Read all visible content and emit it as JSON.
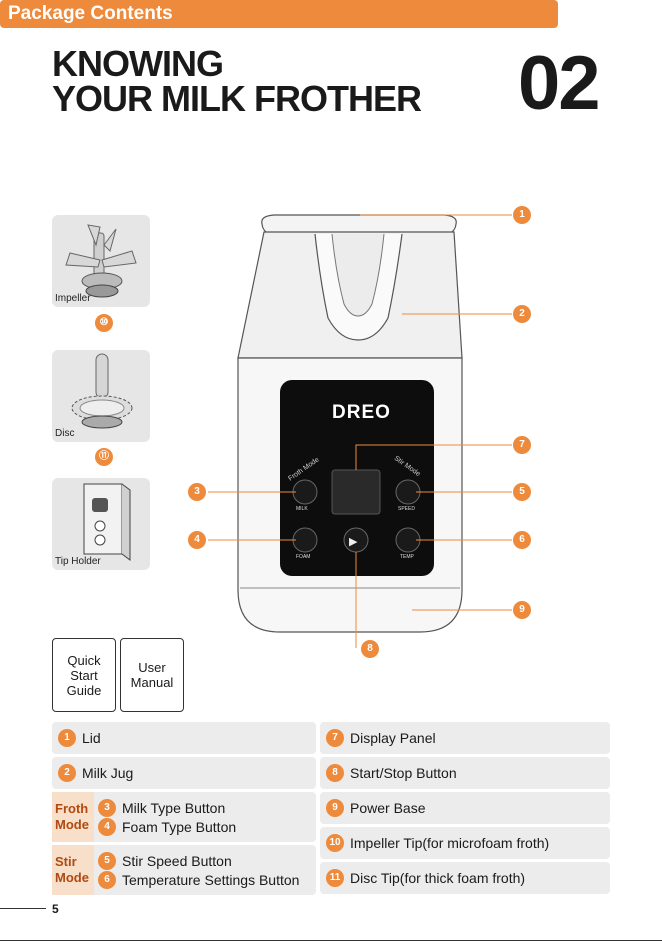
{
  "header": {
    "title_line1": "KNOWING",
    "title_line2": "YOUR MILK FROTHER",
    "chapter_number": "02"
  },
  "section": {
    "title": "Package Contents"
  },
  "accessories": [
    {
      "caption": "Impeller",
      "badge": "⑩"
    },
    {
      "caption": "Disc",
      "badge": "⑪"
    },
    {
      "caption": "Tip Holder",
      "badge": ""
    }
  ],
  "device": {
    "brand": "DREO",
    "froth_mode_label": "Froth Mode",
    "stir_mode_label": "Stir Mode",
    "buttons": {
      "milk": "MILK",
      "foam": "FOAM",
      "speed": "SPEED",
      "temp": "TEMP"
    }
  },
  "callouts": [
    "1",
    "2",
    "3",
    "4",
    "5",
    "6",
    "7",
    "8",
    "9"
  ],
  "manuals": {
    "quick_start": "Quick Start Guide",
    "user_manual": "User Manual"
  },
  "legend": {
    "left": [
      {
        "num": "1",
        "label": "Lid"
      },
      {
        "num": "2",
        "label": "Milk Jug"
      }
    ],
    "froth_mode": {
      "label": "Froth Mode",
      "items": [
        {
          "num": "3",
          "label": "Milk Type Button"
        },
        {
          "num": "4",
          "label": "Foam Type Button"
        }
      ]
    },
    "stir_mode": {
      "label": "Stir Mode",
      "items": [
        {
          "num": "5",
          "label": "Stir Speed Button"
        },
        {
          "num": "6",
          "label": "Temperature Settings Button"
        }
      ]
    },
    "right": [
      {
        "num": "7",
        "label": "Display Panel"
      },
      {
        "num": "8",
        "label": "Start/Stop Button"
      },
      {
        "num": "9",
        "label": "Power Base"
      },
      {
        "num": "10",
        "label": "Impeller Tip(for microfoam froth)"
      },
      {
        "num": "11",
        "label": "Disc Tip(for thick foam froth)"
      }
    ]
  },
  "footer": {
    "page_number": "5"
  },
  "colors": {
    "accent": "#ee8a3c",
    "panel": "#0d0d0d",
    "legend_bg": "#ececec"
  }
}
